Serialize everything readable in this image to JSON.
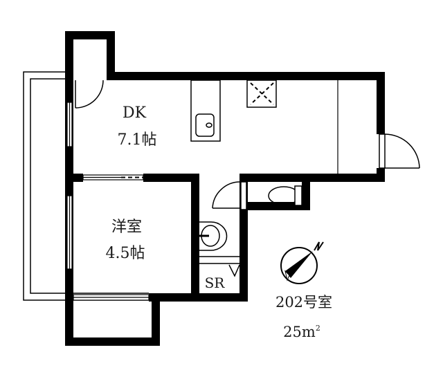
{
  "unit": {
    "number_label": "202号室",
    "area_value": "25",
    "area_unit": "m",
    "area_sup": "2"
  },
  "rooms": {
    "dk": {
      "name": "DK",
      "size": "7.1帖"
    },
    "western": {
      "name": "洋室",
      "size": "4.5帖"
    },
    "storage": {
      "name": "SR"
    }
  },
  "compass": {
    "label": "N"
  },
  "colors": {
    "wall": "#000000",
    "line": "#000000",
    "background": "#ffffff",
    "text": "#1a1a1a"
  }
}
